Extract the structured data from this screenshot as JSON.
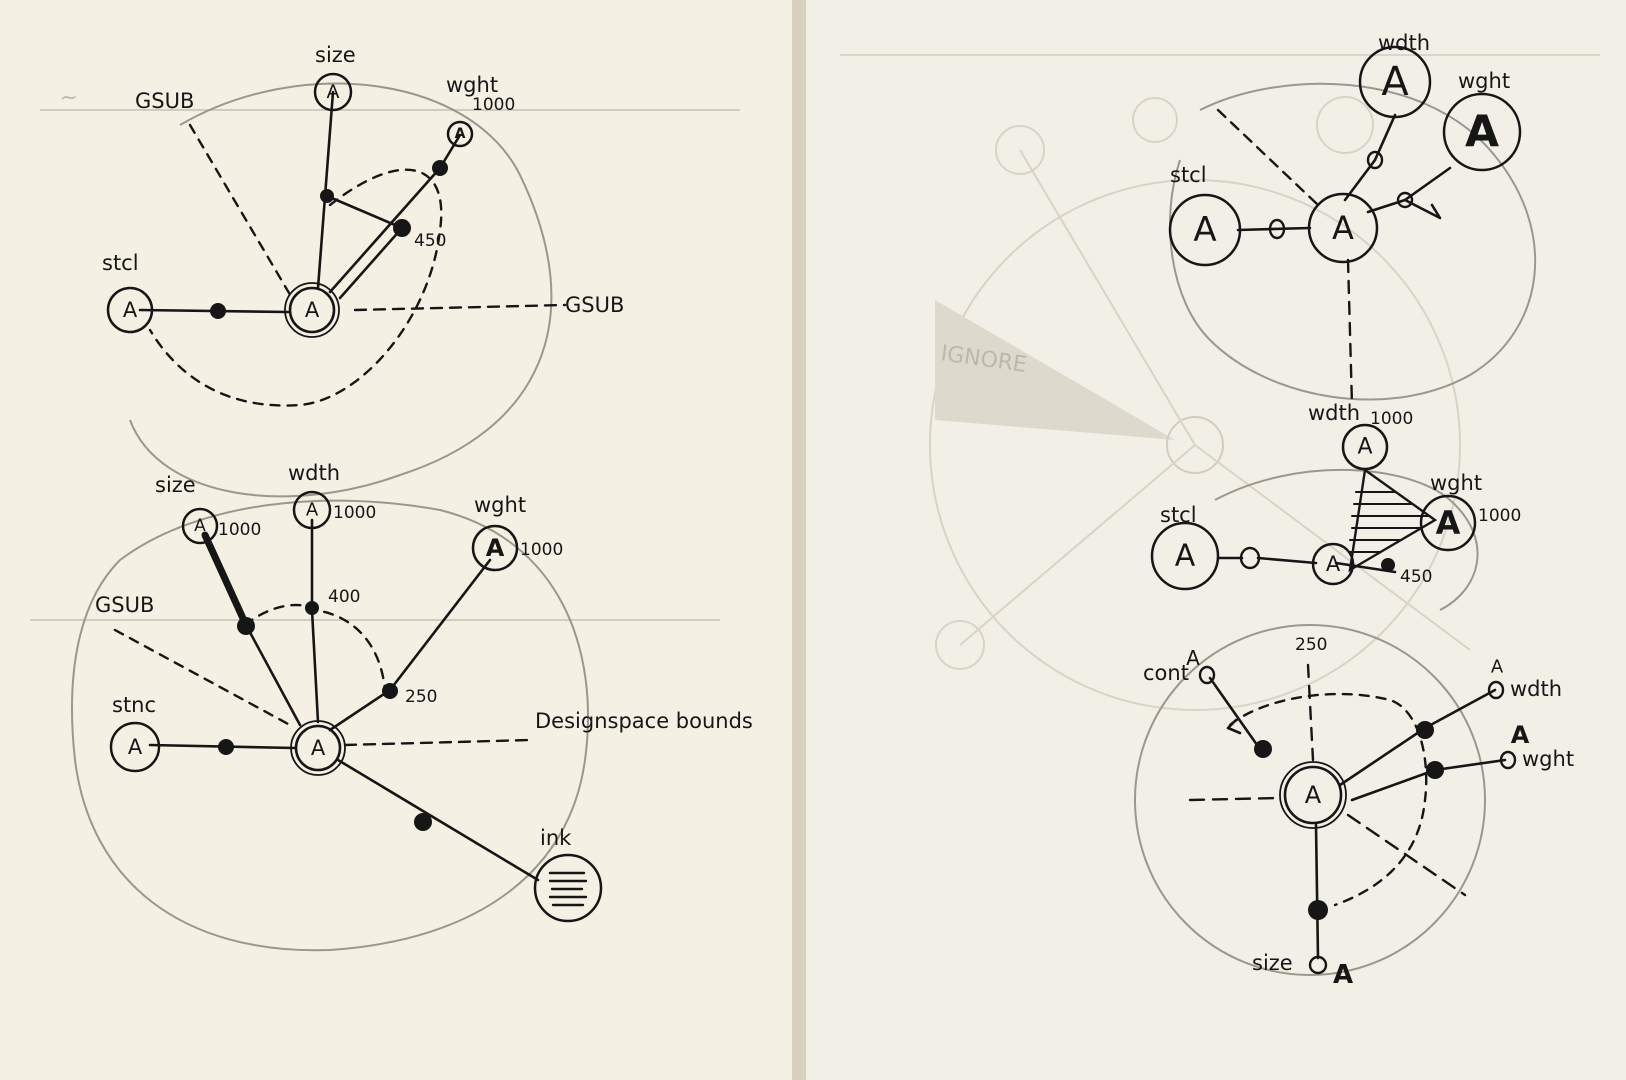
{
  "axes": {
    "size": "size",
    "wght": "wght",
    "wdth": "wdth",
    "stcl": "stcl",
    "stnc": "stnc",
    "ink": "ink",
    "cont": "cont",
    "gsub": "GSUB"
  },
  "values": {
    "v1000": "1000",
    "v450": "450",
    "v400": "400",
    "v250": "250"
  },
  "annotations": {
    "designspace_bounds": "Designspace bounds"
  },
  "glyph": "A",
  "colors": {
    "paper_left": "#f4f0e4",
    "paper_right": "#f2efe6",
    "ink": "#161616",
    "pencil": "#9c978c",
    "ghost": "#b9b3a6"
  }
}
